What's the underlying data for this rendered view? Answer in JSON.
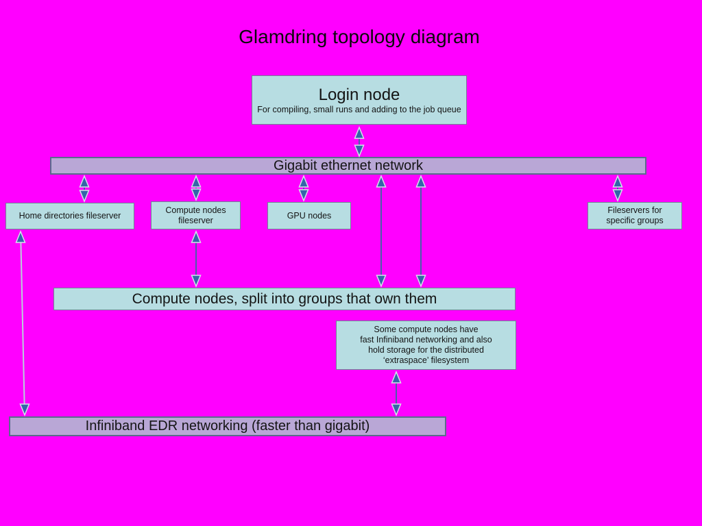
{
  "title": "Glamdring topology diagram",
  "colors": {
    "background": "#ff00ff",
    "node_fill": "#b7dde2",
    "node_border": "#6f8494",
    "bus_fill": "#b9a7d6",
    "bus_border": "#5a6b8c",
    "arrow_head": "#3565a8",
    "arrow_shaft": "#4a5fa8"
  },
  "nodes": {
    "login": {
      "title": "Login node",
      "subtitle": "For compiling, small runs and adding to the job queue"
    },
    "gigabit_bus": {
      "label": "Gigabit ethernet network"
    },
    "home_fileserver": {
      "label": "Home directories fileserver"
    },
    "compute_fileserver": {
      "lines": [
        "Compute nodes",
        "fileserver"
      ]
    },
    "gpu_nodes": {
      "label": "GPU nodes"
    },
    "group_fileservers": {
      "lines": [
        "Fileservers for",
        "specific groups"
      ]
    },
    "compute_nodes": {
      "label": "Compute nodes, split into groups that own them"
    },
    "infiniband_note": {
      "lines": [
        "Some compute nodes have",
        "fast Infiniband networking and also",
        "hold storage for the distributed",
        "‘extraspace’ filesystem"
      ]
    },
    "infiniband_bus": {
      "label": "Infiniband EDR networking (faster than gigabit)"
    }
  }
}
